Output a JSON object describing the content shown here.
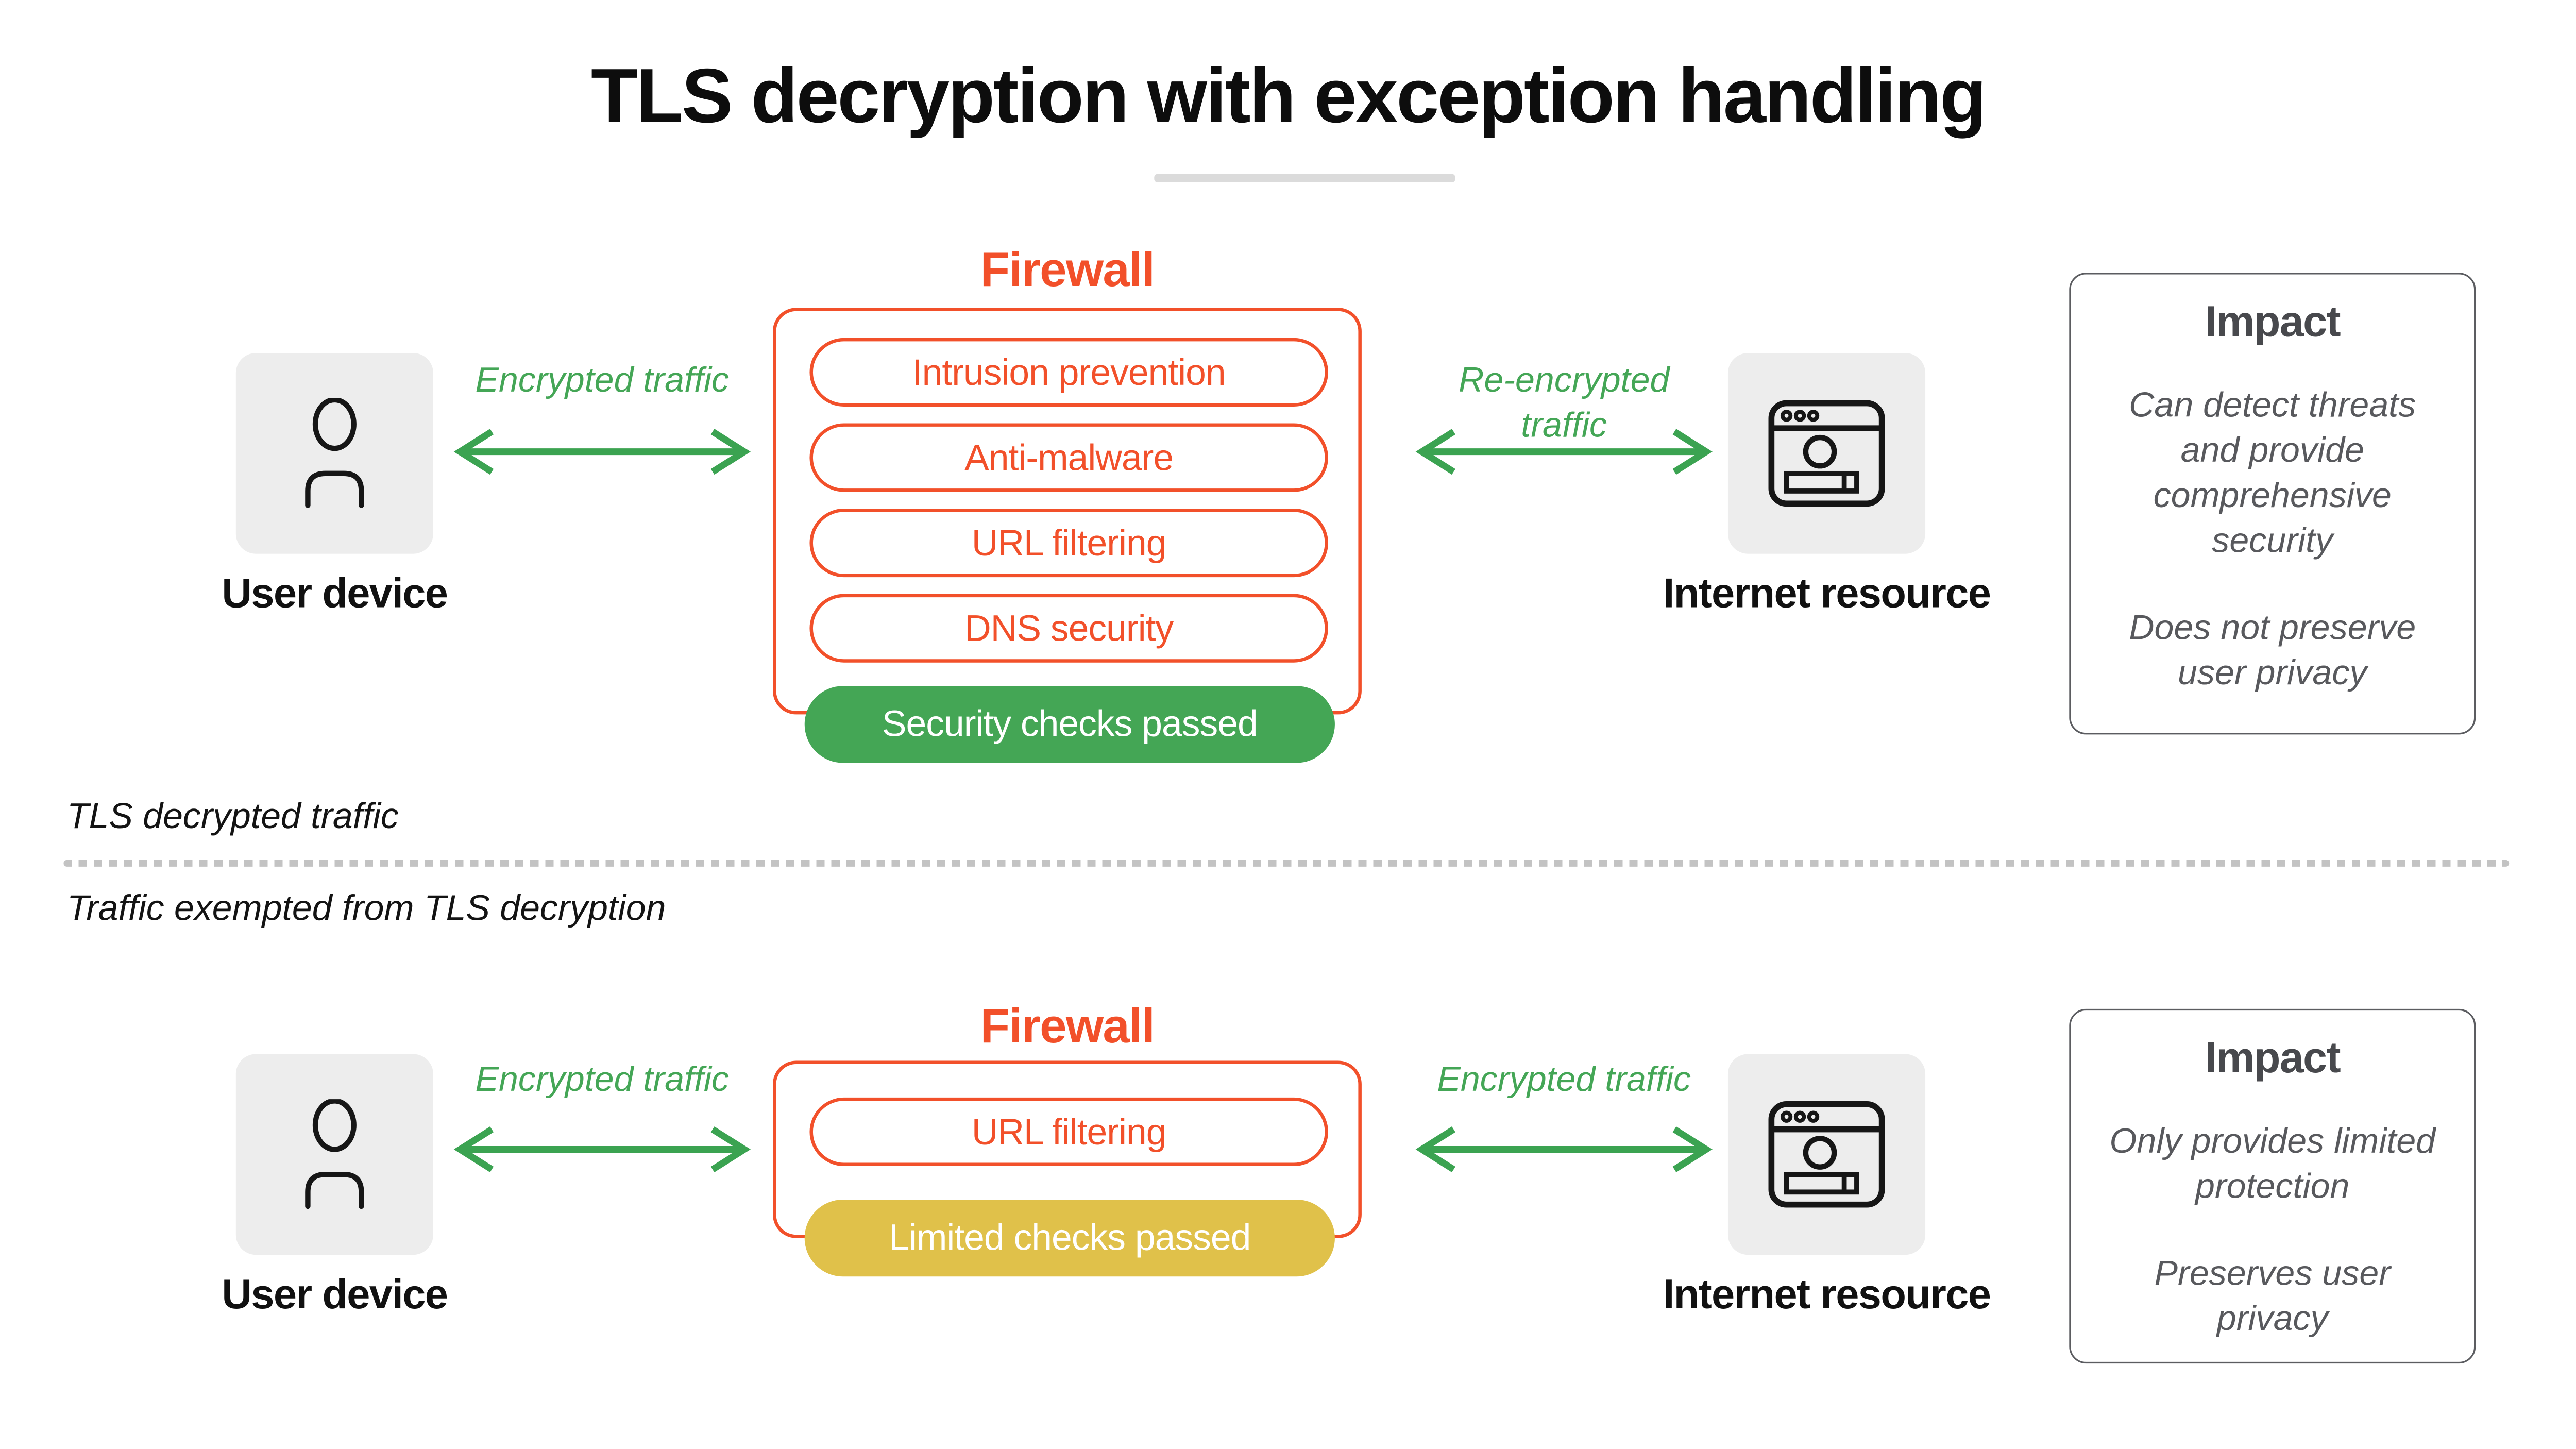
{
  "title": "TLS decryption with exception handling",
  "top_section": {
    "section_label": "TLS decrypted traffic",
    "firewall_title": "Firewall",
    "firewall_checks": [
      "Intrusion prevention",
      "Anti-malware",
      "URL filtering",
      "DNS security"
    ],
    "status_label": "Security checks passed",
    "left_traffic_label": "Encrypted traffic",
    "right_traffic_label": "Re-encrypted traffic",
    "user_device_label": "User device",
    "internet_resource_label": "Internet resource",
    "impact": {
      "title": "Impact",
      "points": [
        "Can detect threats and provide comprehensive security",
        "Does not preserve user privacy"
      ]
    }
  },
  "bottom_section": {
    "section_label": "Traffic exempted from TLS decryption",
    "firewall_title": "Firewall",
    "firewall_checks": [
      "URL filtering"
    ],
    "status_label": "Limited checks passed",
    "left_traffic_label": "Encrypted traffic",
    "right_traffic_label": "Encrypted traffic",
    "user_device_label": "User device",
    "internet_resource_label": "Internet resource",
    "impact": {
      "title": "Impact",
      "points": [
        "Only provides limited protection",
        "Preserves user privacy"
      ]
    }
  },
  "colors": {
    "orange": "#F2502A",
    "traffic_text_green": "#44A656",
    "arrow_green": "#3BA351",
    "status_green": "#44A655",
    "status_yellow": "#E0C14A",
    "device_box_gray": "#EDEDED",
    "impact_border_gray": "#5B5C60",
    "impact_text_gray": "#58595D",
    "divider_dot_gray": "#C3C3C3",
    "title_black": "#0D0D0D"
  }
}
